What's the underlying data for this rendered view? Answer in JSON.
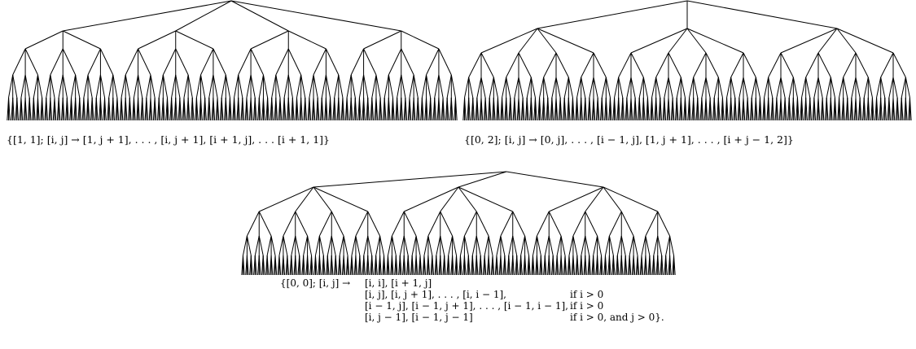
{
  "figures": [
    {
      "caption": "{[1, 1]; [i, j] → [1, j + 1], . . . , [i, j + 1], [i + 1, j], . . . [i + 1, 1]}"
    },
    {
      "caption": "{[0, 2]; [i, j] → [0, j], . . . , [i − 1, j], [1, j + 1], . . . , [i + j − 1, 2]}"
    },
    {
      "rule_lhs": "{[0, 0]; [i, j] →",
      "rule_rows": [
        {
          "rhs": "[i, i], [i + 1, j]",
          "cond": ""
        },
        {
          "rhs": "[i, j], [i, j + 1], . . . , [i, i − 1],",
          "cond": "if i > 0"
        },
        {
          "rhs": "[i − 1, j], [i − 1, j + 1], . . . , [i − 1, i − 1],",
          "cond": "if i > 0"
        },
        {
          "rhs": "[i, j − 1], [i − 1, j − 1]",
          "cond": "if i > 0, and j > 0}."
        }
      ]
    }
  ]
}
